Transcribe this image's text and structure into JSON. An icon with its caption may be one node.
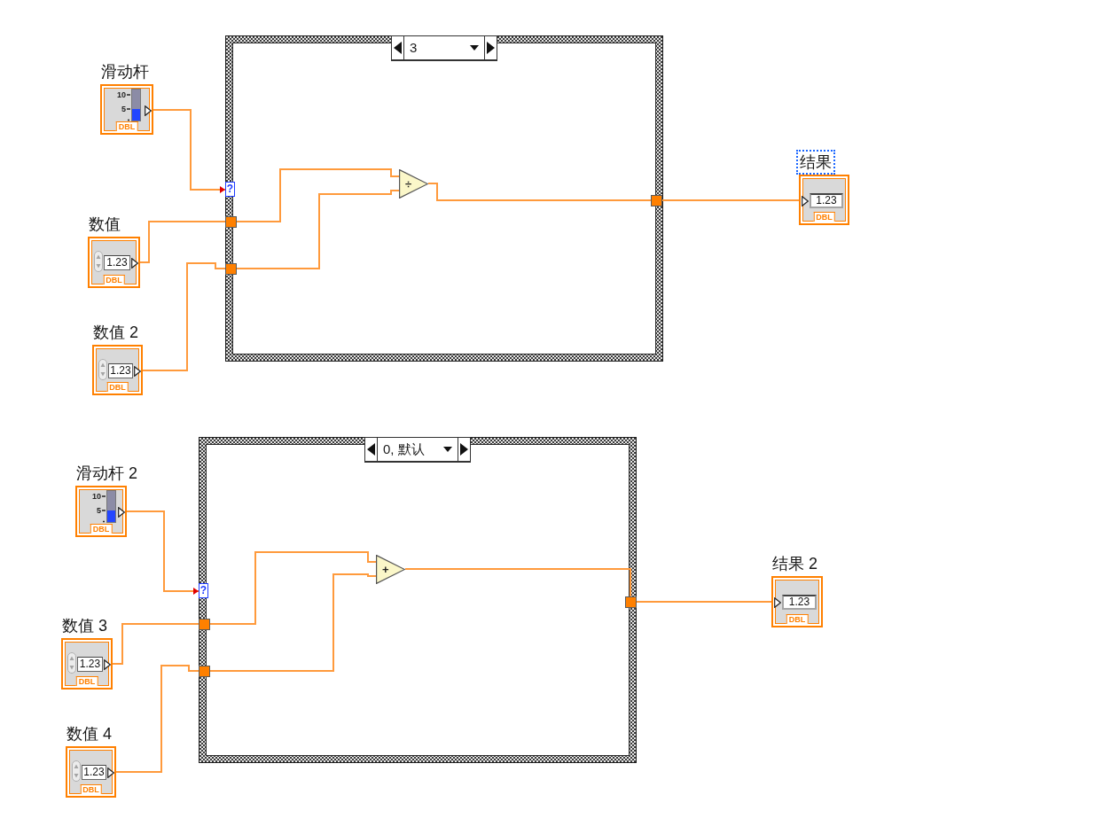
{
  "diagram": {
    "nodes": [
      {
        "text": [
          "3"
        ]
      },
      {
        "text": [
          "滑动杆",
          "10",
          "5",
          "DBL"
        ]
      },
      {
        "text": [
          "数值",
          "1.23",
          "DBL"
        ]
      },
      {
        "text": [
          "数值 2",
          "1.23",
          "DBL"
        ]
      },
      {
        "text": [
          "?"
        ],
        "in": 0
      },
      {
        "text": [],
        "shape": "box",
        "in": 0
      },
      {
        "text": [],
        "shape": "box",
        "in": 0
      },
      {
        "text": [
          "÷"
        ],
        "in": 0
      },
      {
        "text": [],
        "shape": "box",
        "in": 0
      },
      {
        "text": [
          "结果",
          "1.23",
          "DBL"
        ]
      },
      {
        "text": [
          "0, 默认"
        ]
      },
      {
        "text": [
          "滑动杆 2",
          "10",
          "5",
          "DBL"
        ]
      },
      {
        "text": [
          "数值 3",
          "1.23",
          "DBL"
        ]
      },
      {
        "text": [
          "数值 4",
          "1.23",
          "DBL"
        ]
      },
      {
        "text": [
          "?"
        ],
        "in": 10
      },
      {
        "text": [],
        "shape": "box",
        "in": 10
      },
      {
        "text": [],
        "shape": "box",
        "in": 10
      },
      {
        "text": [
          "+"
        ],
        "in": 10
      },
      {
        "text": [],
        "shape": "box",
        "in": 10
      },
      {
        "text": [
          "结果 2",
          "1.23",
          "DBL"
        ]
      }
    ],
    "edges": [
      {
        "from": 1,
        "to": 4,
        "arrow": "to"
      },
      {
        "from": 2,
        "to": 5,
        "arrow": "none"
      },
      {
        "from": 3,
        "to": 6,
        "arrow": "none"
      },
      {
        "from": 5,
        "to": 7,
        "arrow": "none"
      },
      {
        "from": 6,
        "to": 7,
        "arrow": "none"
      },
      {
        "from": 7,
        "to": 8,
        "arrow": "none"
      },
      {
        "from": 8,
        "to": 9,
        "arrow": "none"
      },
      {
        "from": 11,
        "to": 14,
        "arrow": "to"
      },
      {
        "from": 12,
        "to": 15,
        "arrow": "none"
      },
      {
        "from": 13,
        "to": 16,
        "arrow": "none"
      },
      {
        "from": 15,
        "to": 17,
        "arrow": "none"
      },
      {
        "from": 16,
        "to": 17,
        "arrow": "none"
      },
      {
        "from": 17,
        "to": 18,
        "arrow": "none"
      },
      {
        "from": 18,
        "to": 19,
        "arrow": "none"
      }
    ]
  }
}
